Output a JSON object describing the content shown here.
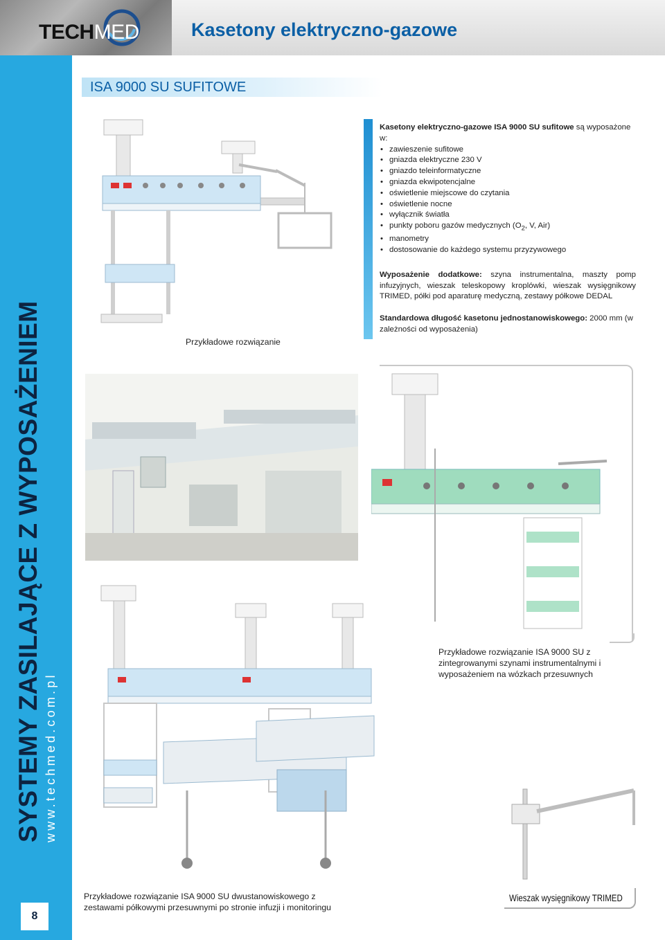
{
  "header": {
    "logo_tech": "TECH",
    "logo_med": "MED",
    "title": "Kasetony elektryczno-gazowe"
  },
  "sidebar": {
    "vertical_title": "SYSTEMY ZASILAJĄCE Z WYPOSAŻENIEM",
    "url": "www.techmed.com.pl",
    "page_number": "8"
  },
  "section": {
    "title": "ISA 9000 SU SUFITOWE"
  },
  "description": {
    "intro_bold": "Kasetony elektryczno-gazowe ISA 9000 SU sufitowe",
    "intro_rest": " są wyposażone w:",
    "features": [
      "zawieszenie sufitowe",
      "gniazda elektryczne 230 V",
      "gniazdo teleinformatyczne",
      "gniazda ekwipotencjalne",
      "oświetlenie miejscowe do czytania",
      "oświetlenie nocne",
      "wyłącznik światła",
      "punkty poboru gazów medycznych (O",
      "manometry",
      "dostosowanie do każdego systemu przyzywowego"
    ],
    "gas_sub": "2",
    "gas_rest": ", V, Air)",
    "extras_bold": "Wyposażenie dodatkowe:",
    "extras_rest": " szyna instrumentalna, maszty pomp infuzyjnych, wieszak teleskopowy kroplówki, wieszak wysięgnikowy TRIMED, półki pod aparaturę medyczną, zestawy półkowe DEDAL",
    "length_bold": "Standardowa długość kasetonu jednostanowiskowego:",
    "length_rest": " 2000 mm (w zależności od wyposażenia)"
  },
  "captions": {
    "example": "Przykładowe rozwiązanie",
    "green_unit": "Przykładowe rozwiązanie ISA 9000 SU z zintegrowanymi szynami instrumentalnymi i wyposażeniem na wózkach przesuwnych",
    "double_unit": "Przykładowe rozwiązanie ISA 9000 SU dwustanowiskowego z zestawami półkowymi przesuwnymi po stronie infuzji i monitoringu",
    "arm": "Wieszak wysięgnikowy TRIMED"
  },
  "colors": {
    "brand_blue": "#27a8e0",
    "title_blue": "#0b5fa5",
    "panel_blue": "#cfe6f5",
    "panel_green": "#8fd3b0"
  }
}
